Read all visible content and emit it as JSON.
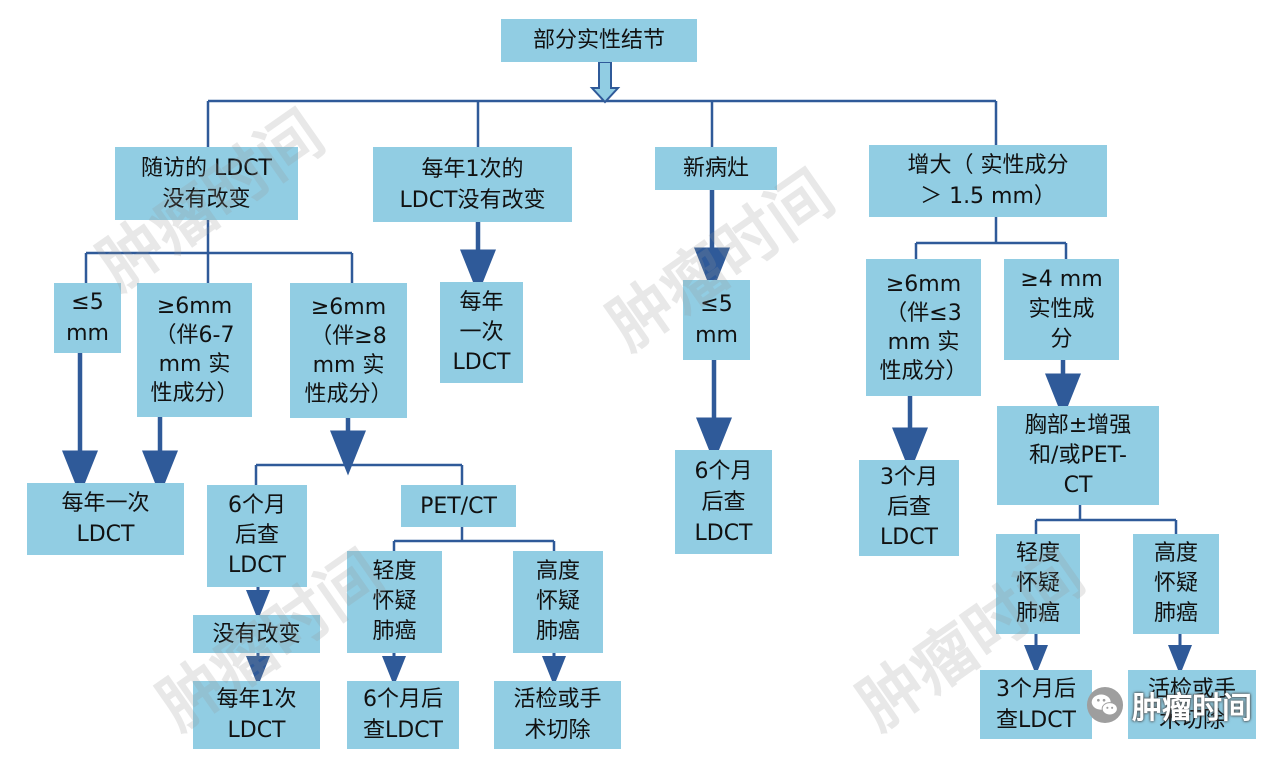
{
  "colors": {
    "box": "#91cde3",
    "line": "#2f5a99",
    "text": "#111111"
  },
  "nodes": {
    "root": "部分实性结节",
    "b1": "随访的 LDCT\n没有改变",
    "b2": "每年1次的\nLDCT没有改变",
    "b3": "新病灶",
    "b4": "增大（  实性成分\n＞ 1.5 mm）",
    "b1c1": "≤5\nmm",
    "b1c2": "≥6mm\n（伴6-7\nmm 实\n性成分）",
    "b1c3": "≥6mm\n（伴≥8\nmm 实\n性成分）",
    "b2c1": "每年\n一次\nLDCT",
    "b3c1": "≤5\nmm",
    "b4c1": "≥6mm\n（伴≤3\nmm 实\n性成分）",
    "b4c2": "≥4 mm\n实性成\n分",
    "b1r1": "每年一次\nLDCT",
    "b1r3a": "6个月\n后查\nLDCT",
    "b1r3b": "PET/CT",
    "nochange": "没有改变",
    "yearly": "每年1次\nLDCT",
    "pet_low": "轻度\n怀疑\n肺癌",
    "pet_high": "高度\n怀疑\n肺癌",
    "pet_low_r": "6个月后\n查LDCT",
    "pet_high_r": "活检或手\n术切除",
    "b3r": "6个月\n后查\nLDCT",
    "b4c1r": "3个月\n后查\nLDCT",
    "b4c2r": "胸部±增强\n和/或PET-\nCT",
    "b4_low": "轻度\n怀疑\n肺癌",
    "b4_high": "高度\n怀疑\n肺癌",
    "b4_low_r": "3个月后\n查LDCT",
    "b4_high_r": "活检或手\n术切除"
  },
  "watermark": "肿瘤时间",
  "stamp": {
    "icon": "wechat-icon",
    "text": "肿瘤时间"
  }
}
